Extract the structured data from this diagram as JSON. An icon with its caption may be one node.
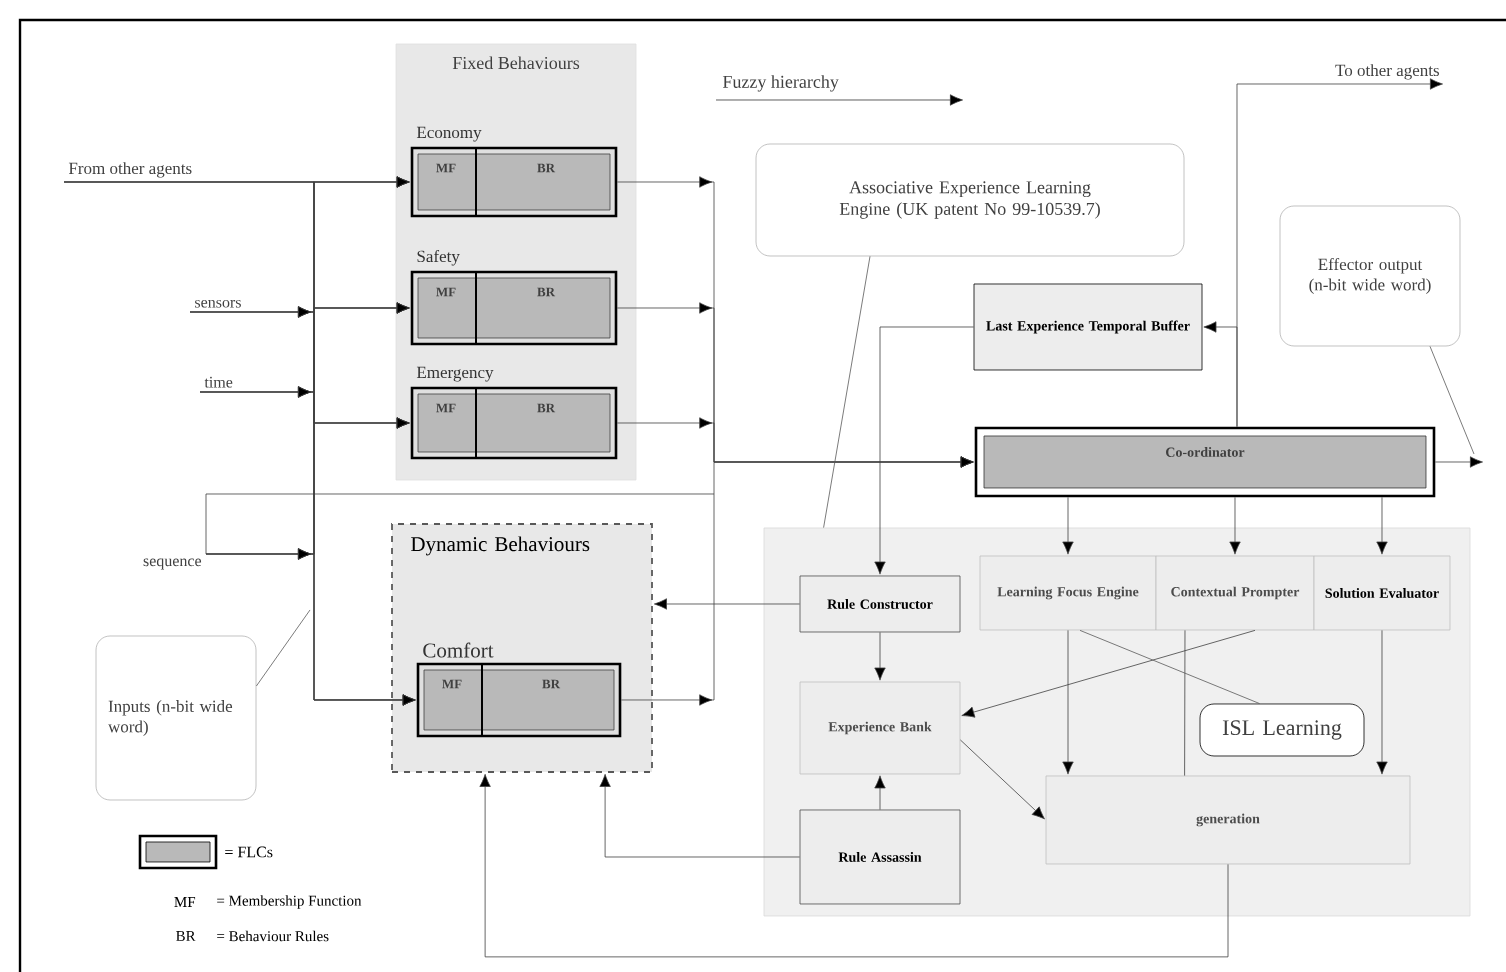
{
  "diagram": {
    "nodes": [
      {
        "text": [
          "From other agents"
        ]
      },
      {
        "text": [
          "Fixed Behaviours"
        ]
      },
      {
        "text": [
          "Economy",
          "MF",
          "BR"
        ],
        "in": 1
      },
      {
        "text": [
          "Safety",
          "MF",
          "BR"
        ],
        "in": 1
      },
      {
        "text": [
          "Emergency",
          "MF",
          "BR"
        ],
        "in": 1
      },
      {
        "text": [
          "sensors"
        ]
      },
      {
        "text": [
          "time"
        ]
      },
      {
        "text": [
          "sequence"
        ]
      },
      {
        "text": [
          "Inputs (n-bit wide word)"
        ]
      },
      {
        "text": [
          "Associative Experience Learning Engine (UK patent No 99-10539.7)"
        ]
      },
      {
        "text": [
          "Effector output (n-bit wide word)"
        ]
      },
      {
        "text": [
          "To other agents"
        ]
      },
      {
        "text": [
          "Last Experience Temporal Buffer"
        ]
      },
      {
        "text": [
          "Co-ordinator"
        ]
      },
      {
        "text": [
          "Dynamic Behaviours"
        ]
      },
      {
        "text": [
          "Comfort",
          "MF",
          "BR"
        ],
        "in": 14
      },
      {
        "text": [],
        "shape": "box"
      },
      {
        "text": [
          "Rule Constructor"
        ],
        "in": 16
      },
      {
        "text": [
          "Learning Focus Engine"
        ],
        "in": 16
      },
      {
        "text": [
          "Contextual Prompter"
        ],
        "in": 16
      },
      {
        "text": [
          "Solution Evaluator"
        ],
        "in": 16
      },
      {
        "text": [
          "Experience Bank"
        ],
        "in": 16
      },
      {
        "text": [
          "generation"
        ],
        "in": 16
      },
      {
        "text": [
          "ISL Learning"
        ],
        "in": 16
      },
      {
        "text": [
          "Rule Assassin"
        ],
        "in": 16
      }
    ],
    "edges": [
      {
        "from": 0,
        "to": 2,
        "arrow": "to"
      },
      {
        "from": 0,
        "to": 3,
        "arrow": "to"
      },
      {
        "from": 0,
        "to": 4,
        "arrow": "to"
      },
      {
        "from": 0,
        "to": 15,
        "arrow": "to"
      },
      {
        "from": 5,
        "to": 2,
        "arrow": "to"
      },
      {
        "from": 5,
        "to": 3,
        "arrow": "to"
      },
      {
        "from": 5,
        "to": 4,
        "arrow": "to"
      },
      {
        "from": 5,
        "to": 15,
        "arrow": "to"
      },
      {
        "from": 6,
        "to": 2,
        "arrow": "to"
      },
      {
        "from": 6,
        "to": 3,
        "arrow": "to"
      },
      {
        "from": 6,
        "to": 4,
        "arrow": "to"
      },
      {
        "from": 6,
        "to": 15,
        "arrow": "to"
      },
      {
        "from": 7,
        "to": 2,
        "arrow": "to"
      },
      {
        "from": 7,
        "to": 3,
        "arrow": "to"
      },
      {
        "from": 7,
        "to": 4,
        "arrow": "to"
      },
      {
        "from": 7,
        "to": 15,
        "arrow": "to"
      },
      {
        "from": 2,
        "to": 13,
        "arrow": "to"
      },
      {
        "from": 3,
        "to": 13,
        "arrow": "to"
      },
      {
        "from": 4,
        "to": 13,
        "arrow": "to"
      },
      {
        "from": 15,
        "to": 13,
        "arrow": "to"
      },
      {
        "from": 13,
        "to": 11,
        "arrow": "to"
      },
      {
        "from": 13,
        "to": 12,
        "arrow": "to"
      },
      {
        "from": 13,
        "to": null,
        "arrow": "to"
      },
      {
        "from": 10,
        "to": null,
        "arrow": "none"
      },
      {
        "from": 8,
        "to": null,
        "arrow": "none"
      },
      {
        "from": 9,
        "to": 16,
        "arrow": "none"
      },
      {
        "from": 12,
        "to": 17,
        "arrow": "to"
      },
      {
        "from": 13,
        "to": 18,
        "arrow": "to"
      },
      {
        "from": 13,
        "to": 19,
        "arrow": "to"
      },
      {
        "from": 13,
        "to": 20,
        "arrow": "to"
      },
      {
        "from": 17,
        "to": 14,
        "arrow": "to"
      },
      {
        "from": 17,
        "to": 21,
        "arrow": "to"
      },
      {
        "from": 19,
        "to": 21,
        "arrow": "to"
      },
      {
        "from": 21,
        "to": 22,
        "arrow": "to"
      },
      {
        "from": 24,
        "to": 21,
        "arrow": "to"
      },
      {
        "from": 24,
        "to": 14,
        "arrow": "to"
      },
      {
        "from": 18,
        "to": 22,
        "arrow": "to"
      },
      {
        "from": 19,
        "to": 22,
        "arrow": "none"
      },
      {
        "from": 20,
        "to": 22,
        "arrow": "to"
      },
      {
        "from": 22,
        "to": 14,
        "arrow": "to"
      },
      {
        "from": 23,
        "to": 18,
        "arrow": "none"
      }
    ],
    "labels": [
      "Fuzzy hierarchy",
      "MF",
      "= Membership Function",
      "BR",
      "= Behaviour Rules"
    ],
    "legend": [
      {
        "text": "= FLCs"
      }
    ]
  }
}
